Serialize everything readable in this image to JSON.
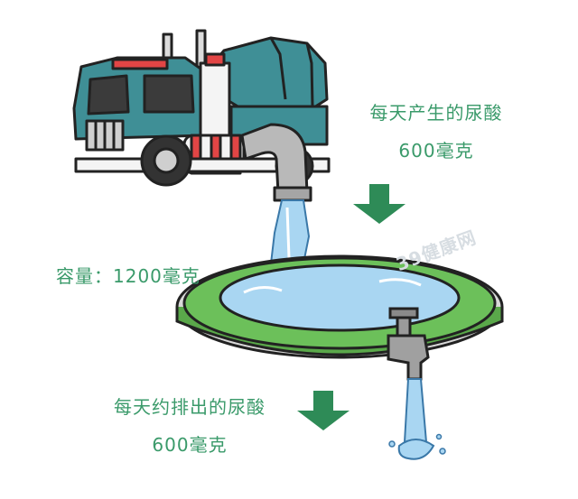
{
  "labels": {
    "produce_line1": "每天产生的尿酸",
    "produce_line2": "600毫克",
    "capacity": "容量：1200毫克",
    "excrete_line1": "每天约排出的尿酸",
    "excrete_line2": "600毫克"
  },
  "watermark": "39健康网",
  "colors": {
    "text_green": "#3a9a6a",
    "arrow_green": "#2e8b57",
    "rim_green": "#5aa84a",
    "water_blue": "#a9d6f2",
    "truck_teal": "#3f8f96"
  },
  "icons": {
    "truck": "cement-mixer-truck-icon",
    "pool": "pool-icon",
    "faucet": "faucet-icon",
    "arrow": "down-arrow-icon"
  }
}
